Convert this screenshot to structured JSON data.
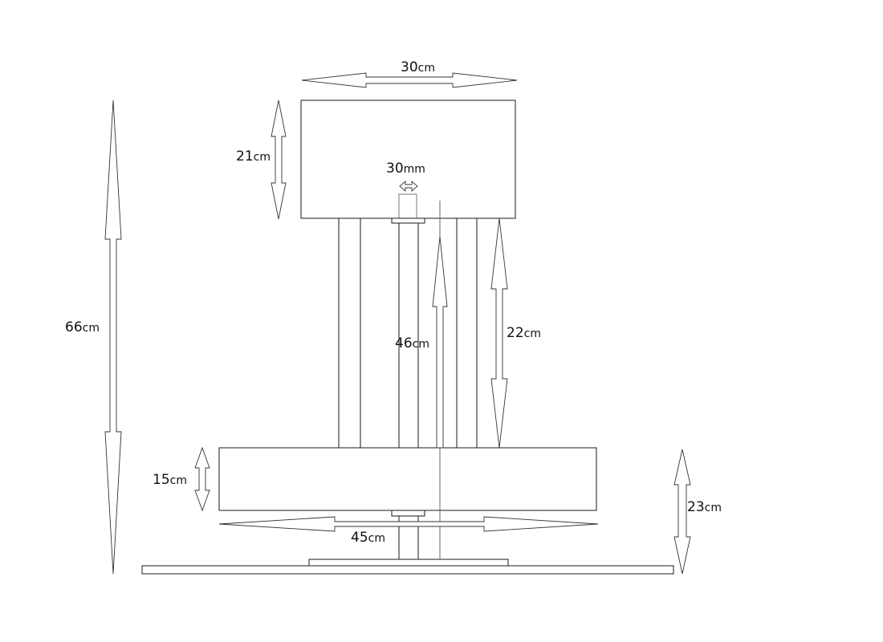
{
  "dimensions": {
    "shade_width": {
      "value": "30",
      "unit": "cm"
    },
    "shade_height": {
      "value": "21",
      "unit": "cm"
    },
    "socket_width": {
      "value": "30",
      "unit": "mm"
    },
    "total_height": {
      "value": "66",
      "unit": "cm"
    },
    "stem_height": {
      "value": "46",
      "unit": "cm"
    },
    "column_height": {
      "value": "22",
      "unit": "cm"
    },
    "base_height": {
      "value": "15",
      "unit": "cm"
    },
    "base_width": {
      "value": "45",
      "unit": "cm"
    },
    "foot_height": {
      "value": "23",
      "unit": "cm"
    }
  }
}
